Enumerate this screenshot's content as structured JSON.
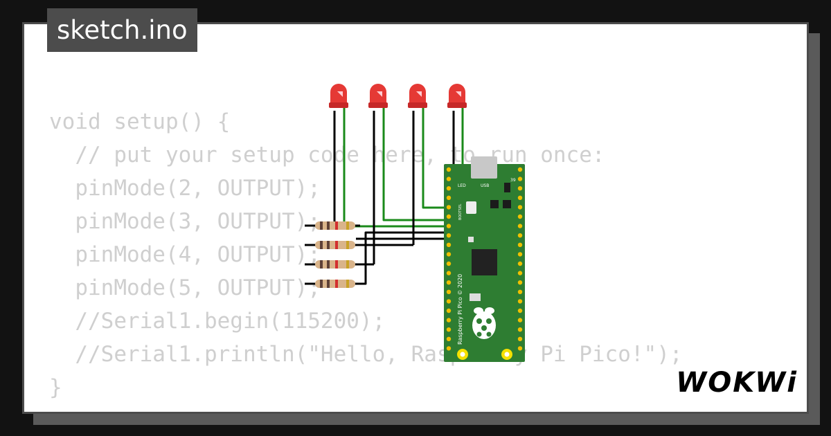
{
  "window": {
    "title": "sketch.ino"
  },
  "editor": {
    "code_lines": [
      "void setup() {",
      "  // put your setup code here, to run once:",
      "  pinMode(2, OUTPUT);",
      "  pinMode(3, OUTPUT);",
      "  pinMode(4, OUTPUT);",
      "  pinMode(5, OUTPUT);",
      "  //Serial1.begin(115200);",
      "  //Serial1.println(\"Hello, Raspberry Pi Pico!\");",
      "}"
    ]
  },
  "board": {
    "usb_label": "USB",
    "led_label": "LED",
    "bootsel_label": "BOOTSEL",
    "name_label": "Raspberry Pi Pico © 2020",
    "pin_number": "39"
  },
  "brand": {
    "name": "WOKWi"
  },
  "colors": {
    "led_red": "#e53935",
    "board_green": "#2e7d32",
    "wire_green": "#1a8a1a",
    "wire_black": "#000000",
    "code_gray": "#cfcfcf"
  }
}
